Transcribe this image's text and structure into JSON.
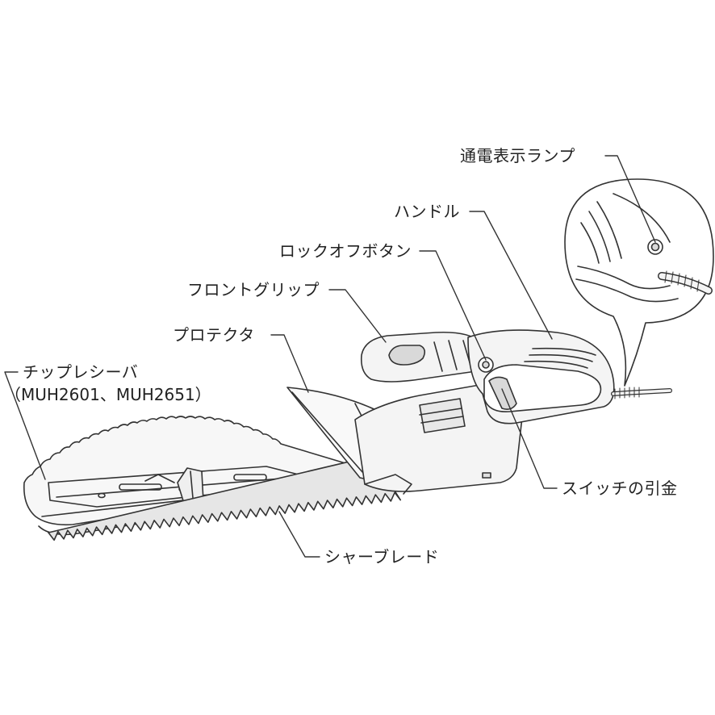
{
  "labels": {
    "power_lamp": "通電表示ランプ",
    "handle": "ハンドル",
    "lock_off_button": "ロックオフボタン",
    "front_grip": "フロントグリップ",
    "protector": "プロテクタ",
    "chip_receiver": "チップレシーバ",
    "chip_receiver_models": "（MUH2601、MUH2651）",
    "switch_trigger": "スイッチの引金",
    "shear_blade": "シャーブレード"
  },
  "colors": {
    "line": "#333333",
    "text": "#222222",
    "body_fill": "#f4f4f4",
    "shade": "#d9d9d9"
  }
}
